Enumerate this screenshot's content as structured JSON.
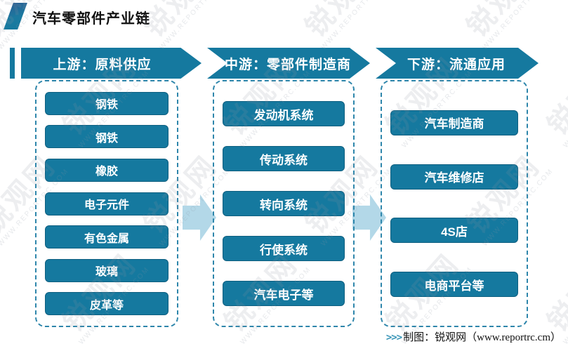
{
  "page": {
    "title": "汽车零部件产业链",
    "footer": {
      "prefix": ">>>",
      "credit": "制图：锐观网（www.reportrc.cm）"
    }
  },
  "watermark": {
    "logo_text": "锐观网",
    "site_text": "WWW.REPORTRC.COM"
  },
  "colors": {
    "accent": "#15799F",
    "accent_dark": "#0E5F80",
    "arrow_light": "#B3D8E8",
    "dashed_border": "#2E86AB",
    "footer_chevrons": "#3A96B8"
  },
  "chain": {
    "columns": [
      {
        "id": "upstream",
        "header": "上游：原料供应",
        "items": [
          "钢铁",
          "钢铁",
          "橡胶",
          "电子元件",
          "有色金属",
          "玻璃",
          "皮革等"
        ]
      },
      {
        "id": "midstream",
        "header": "中游：零部件制造商",
        "items": [
          "发动机系统",
          "传动系统",
          "转向系统",
          "行使系统",
          "汽车电子等"
        ]
      },
      {
        "id": "downstream",
        "header": "下游：流通应用",
        "items": [
          "汽车制造商",
          "汽车维修店",
          "4S店",
          "电商平台等"
        ]
      }
    ]
  }
}
